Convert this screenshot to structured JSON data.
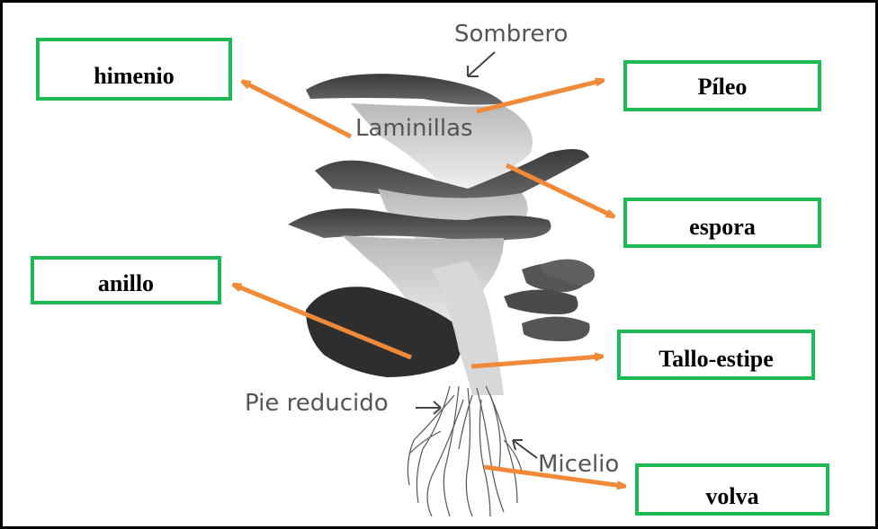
{
  "diagram": {
    "photo_labels": {
      "sombrero": "Sombrero",
      "laminillas": "Laminillas",
      "pie_reducido": "Pie reducido",
      "micelio": "Micelio"
    },
    "boxes": {
      "himenio": "himenio",
      "pileo": "Píleo",
      "espora": "espora",
      "anillo": "anillo",
      "tallo": "Tallo-estipe",
      "volva": "volva"
    },
    "colors": {
      "box_border": "#1db954",
      "arrow": "#f08a38"
    }
  }
}
